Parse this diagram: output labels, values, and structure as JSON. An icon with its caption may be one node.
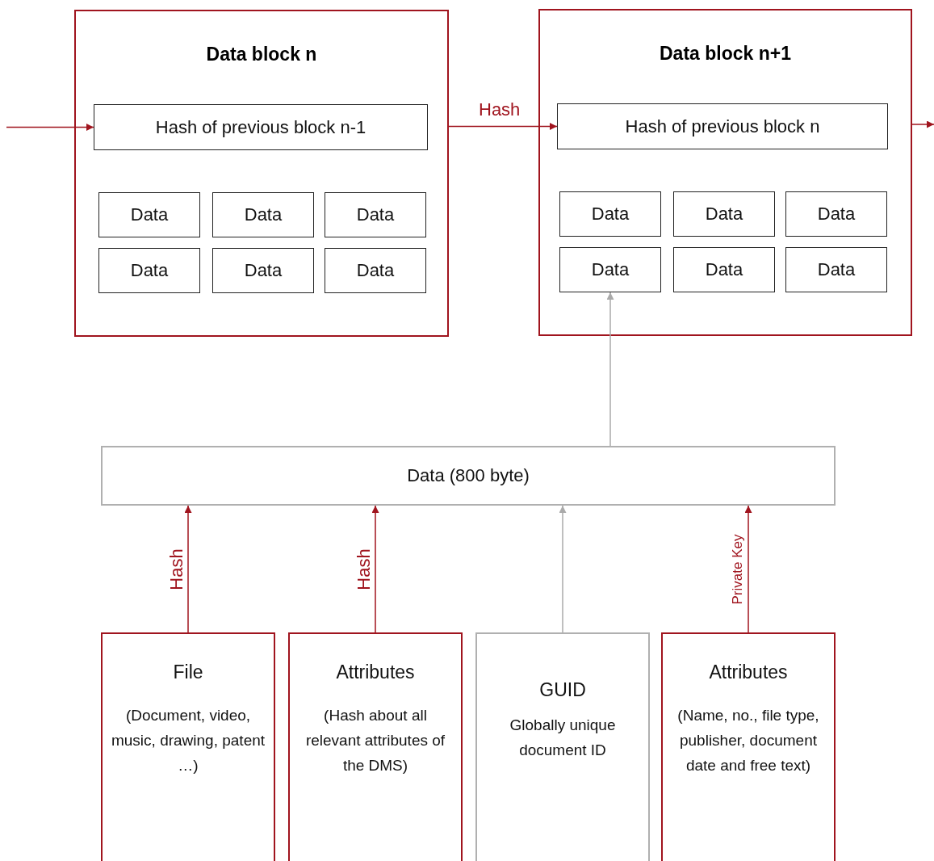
{
  "diagram": {
    "nodes": [
      {
        "text": [
          "Data block n"
        ]
      },
      {
        "text": [
          "Hash of previous block n-1"
        ],
        "in": 0
      },
      {
        "text": [
          "Data"
        ],
        "in": 0
      },
      {
        "text": [
          "Data"
        ],
        "in": 0
      },
      {
        "text": [
          "Data"
        ],
        "in": 0
      },
      {
        "text": [
          "Data"
        ],
        "in": 0
      },
      {
        "text": [
          "Data"
        ],
        "in": 0
      },
      {
        "text": [
          "Data"
        ],
        "in": 0
      },
      {
        "text": [
          "Data block n+1"
        ]
      },
      {
        "text": [
          "Hash of previous block n"
        ],
        "in": 8
      },
      {
        "text": [
          "Data"
        ],
        "in": 8
      },
      {
        "text": [
          "Data"
        ],
        "in": 8
      },
      {
        "text": [
          "Data"
        ],
        "in": 8
      },
      {
        "text": [
          "Data"
        ],
        "in": 8
      },
      {
        "text": [
          "Data"
        ],
        "in": 8
      },
      {
        "text": [
          "Data"
        ],
        "in": 8
      },
      {
        "text": [
          "Data (800 byte)"
        ]
      },
      {
        "text": [
          "File",
          "(Document, video, music, drawing, patent …)"
        ]
      },
      {
        "text": [
          "Attributes",
          "(Hash about all relevant attributes of the DMS)"
        ]
      },
      {
        "text": [
          "GUID",
          "Globally unique document ID"
        ]
      },
      {
        "text": [
          "Attributes",
          "(Name, no., file type, publisher, document date and free text)"
        ]
      }
    ],
    "edges": [
      {
        "from": null,
        "to": 1,
        "arrow": "to"
      },
      {
        "from": 0,
        "to": 9,
        "arrow": "to",
        "label": "Hash"
      },
      {
        "from": 8,
        "to": null,
        "arrow": "to"
      },
      {
        "from": 16,
        "to": 13,
        "arrow": "to",
        "color": "#aaaaaa"
      },
      {
        "from": 17,
        "to": 16,
        "arrow": "to",
        "label": "Hash"
      },
      {
        "from": 18,
        "to": 16,
        "arrow": "to",
        "label": "Hash"
      },
      {
        "from": 19,
        "to": 16,
        "arrow": "to",
        "color": "#aaaaaa"
      },
      {
        "from": 20,
        "to": 16,
        "arrow": "to",
        "label": "Private Key"
      }
    ]
  }
}
